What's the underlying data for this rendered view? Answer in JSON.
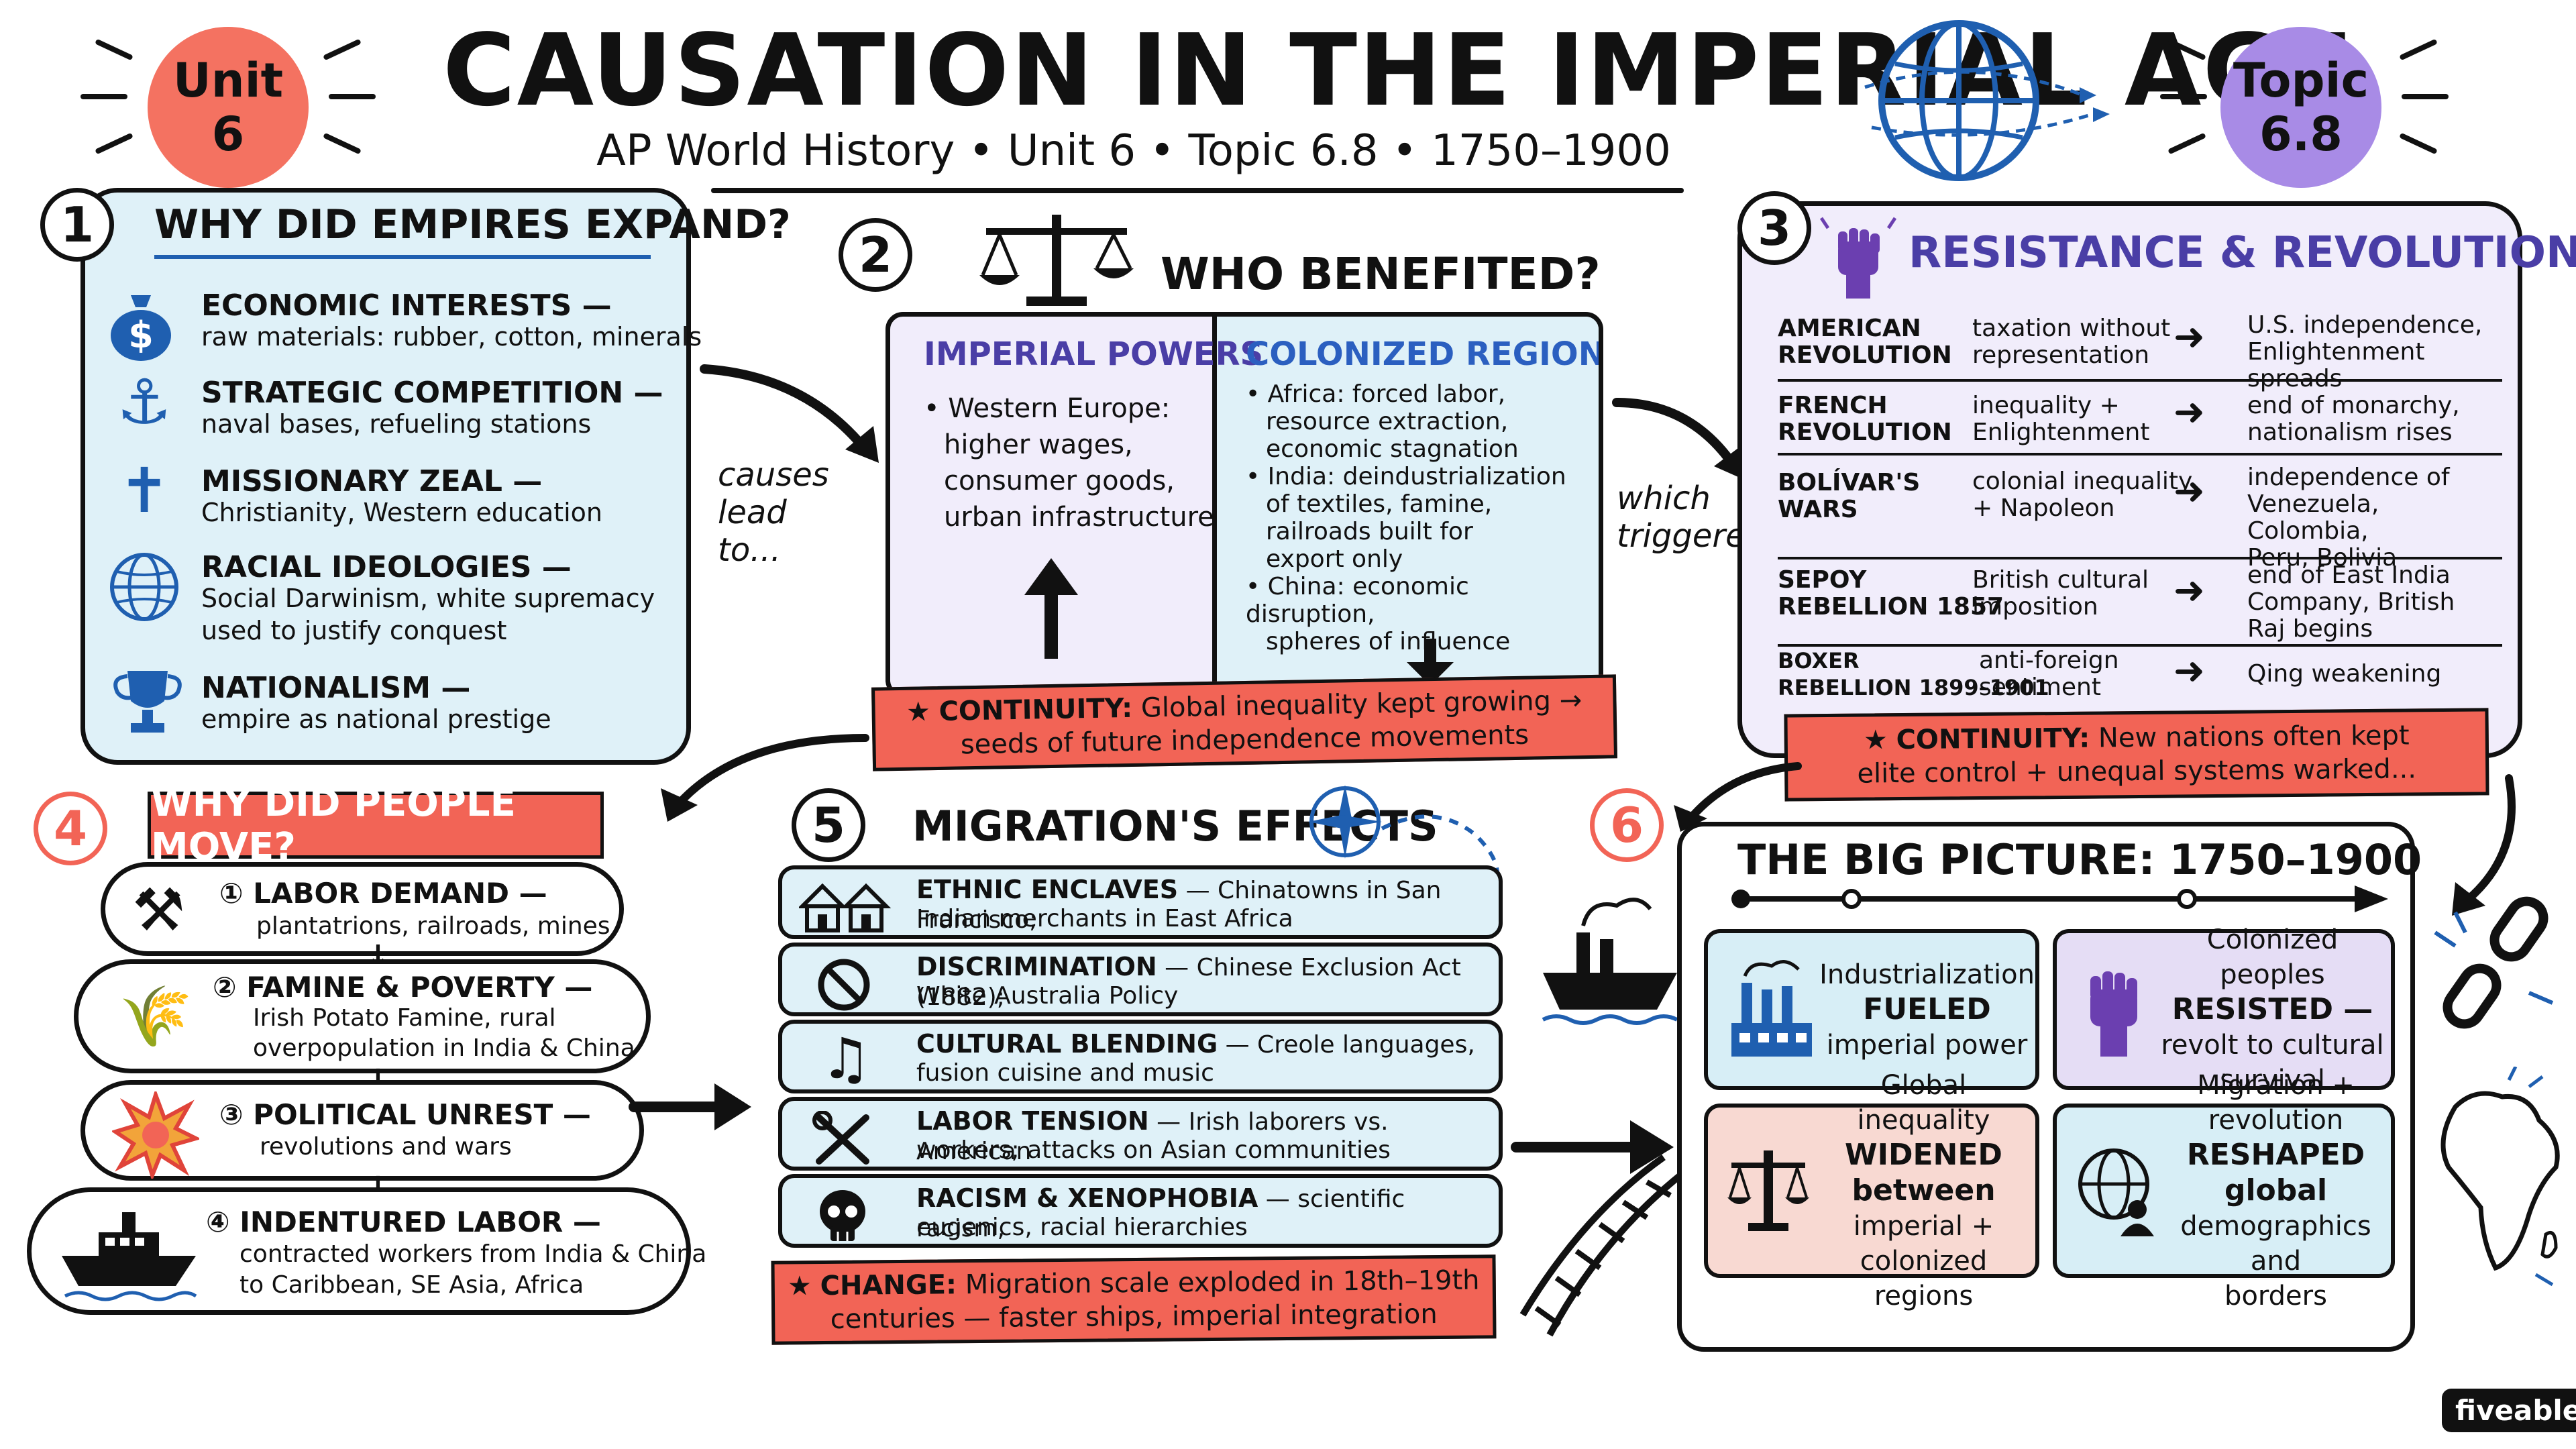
{
  "header": {
    "title": "CAUSATION IN THE IMPERIAL AGE",
    "subtitle": "AP World History • Unit 6 • Topic 6.8 • 1750–1900",
    "unit_badge": [
      "Unit",
      "6"
    ],
    "topic_badge": [
      "Topic",
      "6.8"
    ],
    "globe_icon": "globe-icon"
  },
  "section1": {
    "number": "1",
    "title": "WHY DID EMPIRES EXPAND?",
    "items": [
      {
        "icon": "money-bag-icon",
        "glyph": "$",
        "head": "ECONOMIC INTERESTS —",
        "sub": "raw materials: rubber, cotton, minerals"
      },
      {
        "icon": "anchor-icon",
        "glyph": "⚓",
        "head": "STRATEGIC COMPETITION —",
        "sub": "naval bases, refueling stations"
      },
      {
        "icon": "cross-icon",
        "glyph": "✝",
        "head": "MISSIONARY ZEAL —",
        "sub": "Christianity, Western education"
      },
      {
        "icon": "globe-icon",
        "glyph": "🌐",
        "head": "RACIAL IDEOLOGIES —",
        "sub": "Social Darwinism, white supremacy",
        "sub2": "used to justify conquest"
      },
      {
        "icon": "trophy-icon",
        "glyph": "🏆",
        "head": "NATIONALISM —",
        "sub": "empire as national prestige"
      }
    ]
  },
  "connectors": {
    "causes": [
      "causes",
      "lead",
      "to..."
    ],
    "triggered": [
      "which",
      "triggered..."
    ]
  },
  "section2": {
    "number": "2",
    "title": "WHO BENEFITED?",
    "scale_icon": "scale-icon",
    "imperial_title": "IMPERIAL POWERS",
    "imperial_lines": [
      "• Western Europe:",
      "higher wages,",
      "consumer goods,",
      "urban infrastructure"
    ],
    "colonized_title": "COLONIZED REGIONS",
    "colonized_lines": [
      "• Africa: forced labor,",
      "resource extraction,",
      "economic stagnation",
      "• India: deindustrialization",
      "of textiles, famine,",
      "railroads built for",
      "export only",
      "• China: economic disruption,",
      "spheres of influence"
    ],
    "continuity_label": "CONTINUITY:",
    "continuity_text": "Global inequality kept growing →",
    "continuity_text2": "seeds of future independence movements"
  },
  "section3": {
    "number": "3",
    "title": "RESISTANCE & REVOLUTION",
    "fist_icon": "raised-fist-icon",
    "rows": [
      {
        "name": [
          "AMERICAN",
          "REVOLUTION"
        ],
        "cause": [
          "taxation without",
          "representation"
        ],
        "effect": [
          "U.S. independence,",
          "Enlightenment spreads"
        ]
      },
      {
        "name": [
          "FRENCH",
          "REVOLUTION"
        ],
        "cause": [
          "inequality +",
          "Enlightenment"
        ],
        "effect": [
          "end of monarchy,",
          "nationalism rises"
        ]
      },
      {
        "name": [
          "BOLÍVAR'S",
          "WARS"
        ],
        "cause": [
          "colonial inequality",
          "+ Napoleon"
        ],
        "effect": [
          "independence of",
          "Venezuela, Colombia,",
          "Peru, Bolivia"
        ]
      },
      {
        "name": [
          "SEPOY",
          "REBELLION 1857"
        ],
        "cause": [
          "British cultural",
          "imposition"
        ],
        "effect": [
          "end of East India",
          "Company, British",
          "Raj begins"
        ]
      },
      {
        "name": [
          "BOXER",
          "REBELLION 1899–1901"
        ],
        "cause": [
          "anti-foreign",
          "sentiment"
        ],
        "effect": [
          "Qing weakening"
        ]
      }
    ],
    "continuity_label": "CONTINUITY:",
    "continuity_text": "New nations often kept",
    "continuity_text2": "elite control + unequal systems warked..."
  },
  "section4": {
    "number": "4",
    "title": "WHY DID PEOPLE MOVE?",
    "items": [
      {
        "icon": "pick-hammer-icon",
        "glyph": "⚒",
        "num": "①",
        "head": "LABOR DEMAND —",
        "sub": "plantatrions, railroads, mines"
      },
      {
        "icon": "wheat-icon",
        "glyph": "🌾",
        "num": "②",
        "head": "FAMINE & POVERTY —",
        "sub": "Irish Potato Famine, rural",
        "sub2": "overpopulation in India & China"
      },
      {
        "icon": "explosion-icon",
        "glyph": "💥",
        "num": "③",
        "head": "POLITICAL UNREST —",
        "sub": "revolutions and wars"
      },
      {
        "icon": "ship-icon",
        "glyph": "🚢",
        "num": "④",
        "head": "INDENTURED LABOR —",
        "sub": "contracted workers from India & China",
        "sub2": "to Caribbean, SE Asia, Africa"
      }
    ]
  },
  "section5": {
    "number": "5",
    "title": "MIGRATION'S EFFECTS",
    "compass_icon": "compass-icon",
    "rows": [
      {
        "icon": "houses-icon",
        "glyph": "🏘",
        "head": "ETHNIC ENCLAVES",
        "text": " — Chinatowns in San Francisco;",
        "text2": "Indian merchants in East Africa"
      },
      {
        "icon": "prohibited-icon",
        "glyph": "⊘",
        "head": "DISCRIMINATION",
        "text": " — Chinese Exclusion Act (1882);",
        "text2": "White Australia Policy"
      },
      {
        "icon": "music-note-icon",
        "glyph": "♫",
        "head": "CULTURAL BLENDING",
        "text": " — Creole languages,",
        "text2": "fusion cuisine and music"
      },
      {
        "icon": "tools-icon",
        "glyph": "⚒",
        "head": "LABOR TENSION",
        "text": " — Irish laborers vs. American",
        "text2": "workers; attacks on Asian communities"
      },
      {
        "icon": "skull-icon",
        "glyph": "☠",
        "head": "RACISM & XENOPHOBIA",
        "text": " — scientific racism,",
        "text2": "eugenics, racial hierarchies"
      }
    ],
    "change_label": "CHANGE:",
    "change_text": "Migration scale exploded in 18th–19th",
    "change_text2": "centuries — faster ships, imperial integration"
  },
  "section6": {
    "number": "6",
    "title": "THE BIG PICTURE: 1750–1900",
    "cards": [
      {
        "icon": "factory-icon",
        "glyph": "🏭",
        "l1": "Industrialization",
        "bold": "FUELED",
        "l3": "imperial power",
        "bg": "#d7eef6"
      },
      {
        "icon": "raised-fist-icon",
        "glyph": "✊",
        "l1": "Colonized peoples",
        "bold": "RESISTED —",
        "l3": "revolt to cultural",
        "l4": "survival",
        "bg": "#e5ddf5"
      },
      {
        "icon": "scale-icon",
        "glyph": "⚖",
        "l1": "Global inequality",
        "bold": "WIDENED between",
        "l3": "imperial + colonized",
        "l4": "regions",
        "bg": "#f8d9d2"
      },
      {
        "icon": "globe-people-icon",
        "glyph": "🌐",
        "l1": "Migration + revolution",
        "bold": "RESHAPED global",
        "l3": "demographics and",
        "l4": "borders",
        "bg": "#d7eef6"
      }
    ]
  },
  "decor": {
    "steamship_icon": "steamship-icon",
    "railroad_icon": "railroad-icon",
    "broken_chain_icon": "broken-chain-icon",
    "africa_icon": "africa-map-icon"
  },
  "logo": "fiveable",
  "colors": {
    "light_blue": "#dff1f8",
    "lavender": "#f1edfb",
    "ribbon_red": "#f26456",
    "unit_badge": "#f47261",
    "topic_badge": "#a88be6",
    "purple_text": "#4a3ea6",
    "blue_text": "#2b5fc0",
    "icon_blue": "#1f5fb0"
  }
}
